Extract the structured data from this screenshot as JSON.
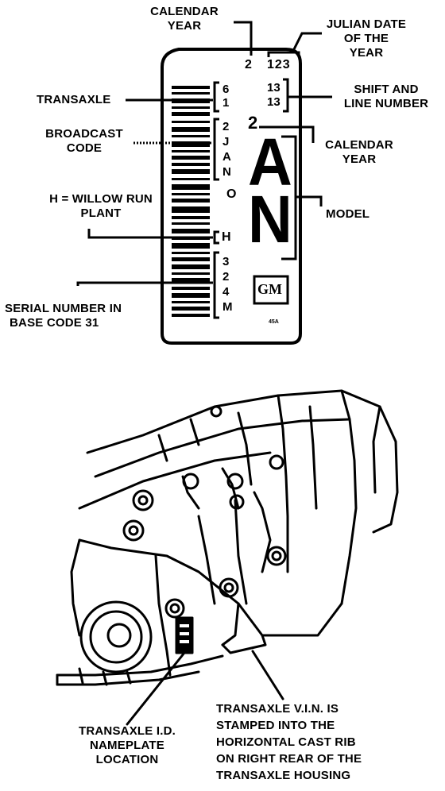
{
  "label": {
    "calendar_year_top": [
      "CALENDAR",
      "YEAR"
    ],
    "julian_date": [
      "JULIAN DATE",
      "OF THE",
      "YEAR"
    ],
    "transaxle": "TRANSAXLE",
    "shift_line": [
      "SHIFT AND",
      "LINE NUMBER"
    ],
    "broadcast_code": [
      "BROADCAST",
      "CODE"
    ],
    "calendar_year_right": [
      "CALENDAR",
      "YEAR"
    ],
    "willow_run": [
      "H = WILLOW RUN",
      "PLANT"
    ],
    "model": "MODEL",
    "serial_number": [
      "SERIAL NUMBER IN",
      "BASE CODE 31"
    ],
    "nameplate_location": [
      "TRANSAXLE I.D.",
      "NAMEPLATE",
      "LOCATION"
    ],
    "vin_note": [
      "TRANSAXLE V.I.N. IS",
      "STAMPED INTO THE",
      "HORIZONTAL CAST RIB",
      "ON RIGHT REAR OF THE",
      "TRANSAXLE HOUSING"
    ]
  },
  "plate": {
    "year_digit": "2",
    "julian": "123",
    "shift": "13",
    "line": "13",
    "transaxle_code": [
      "6",
      "1"
    ],
    "broadcast_chars": [
      "2",
      "J",
      "A",
      "N"
    ],
    "model_year": "2",
    "model_letters": [
      "A",
      "N"
    ],
    "zero": "O",
    "plant": "H",
    "serial": [
      "3",
      "2",
      "4",
      "M"
    ],
    "logo": "GM",
    "tiny_code": "45A"
  }
}
